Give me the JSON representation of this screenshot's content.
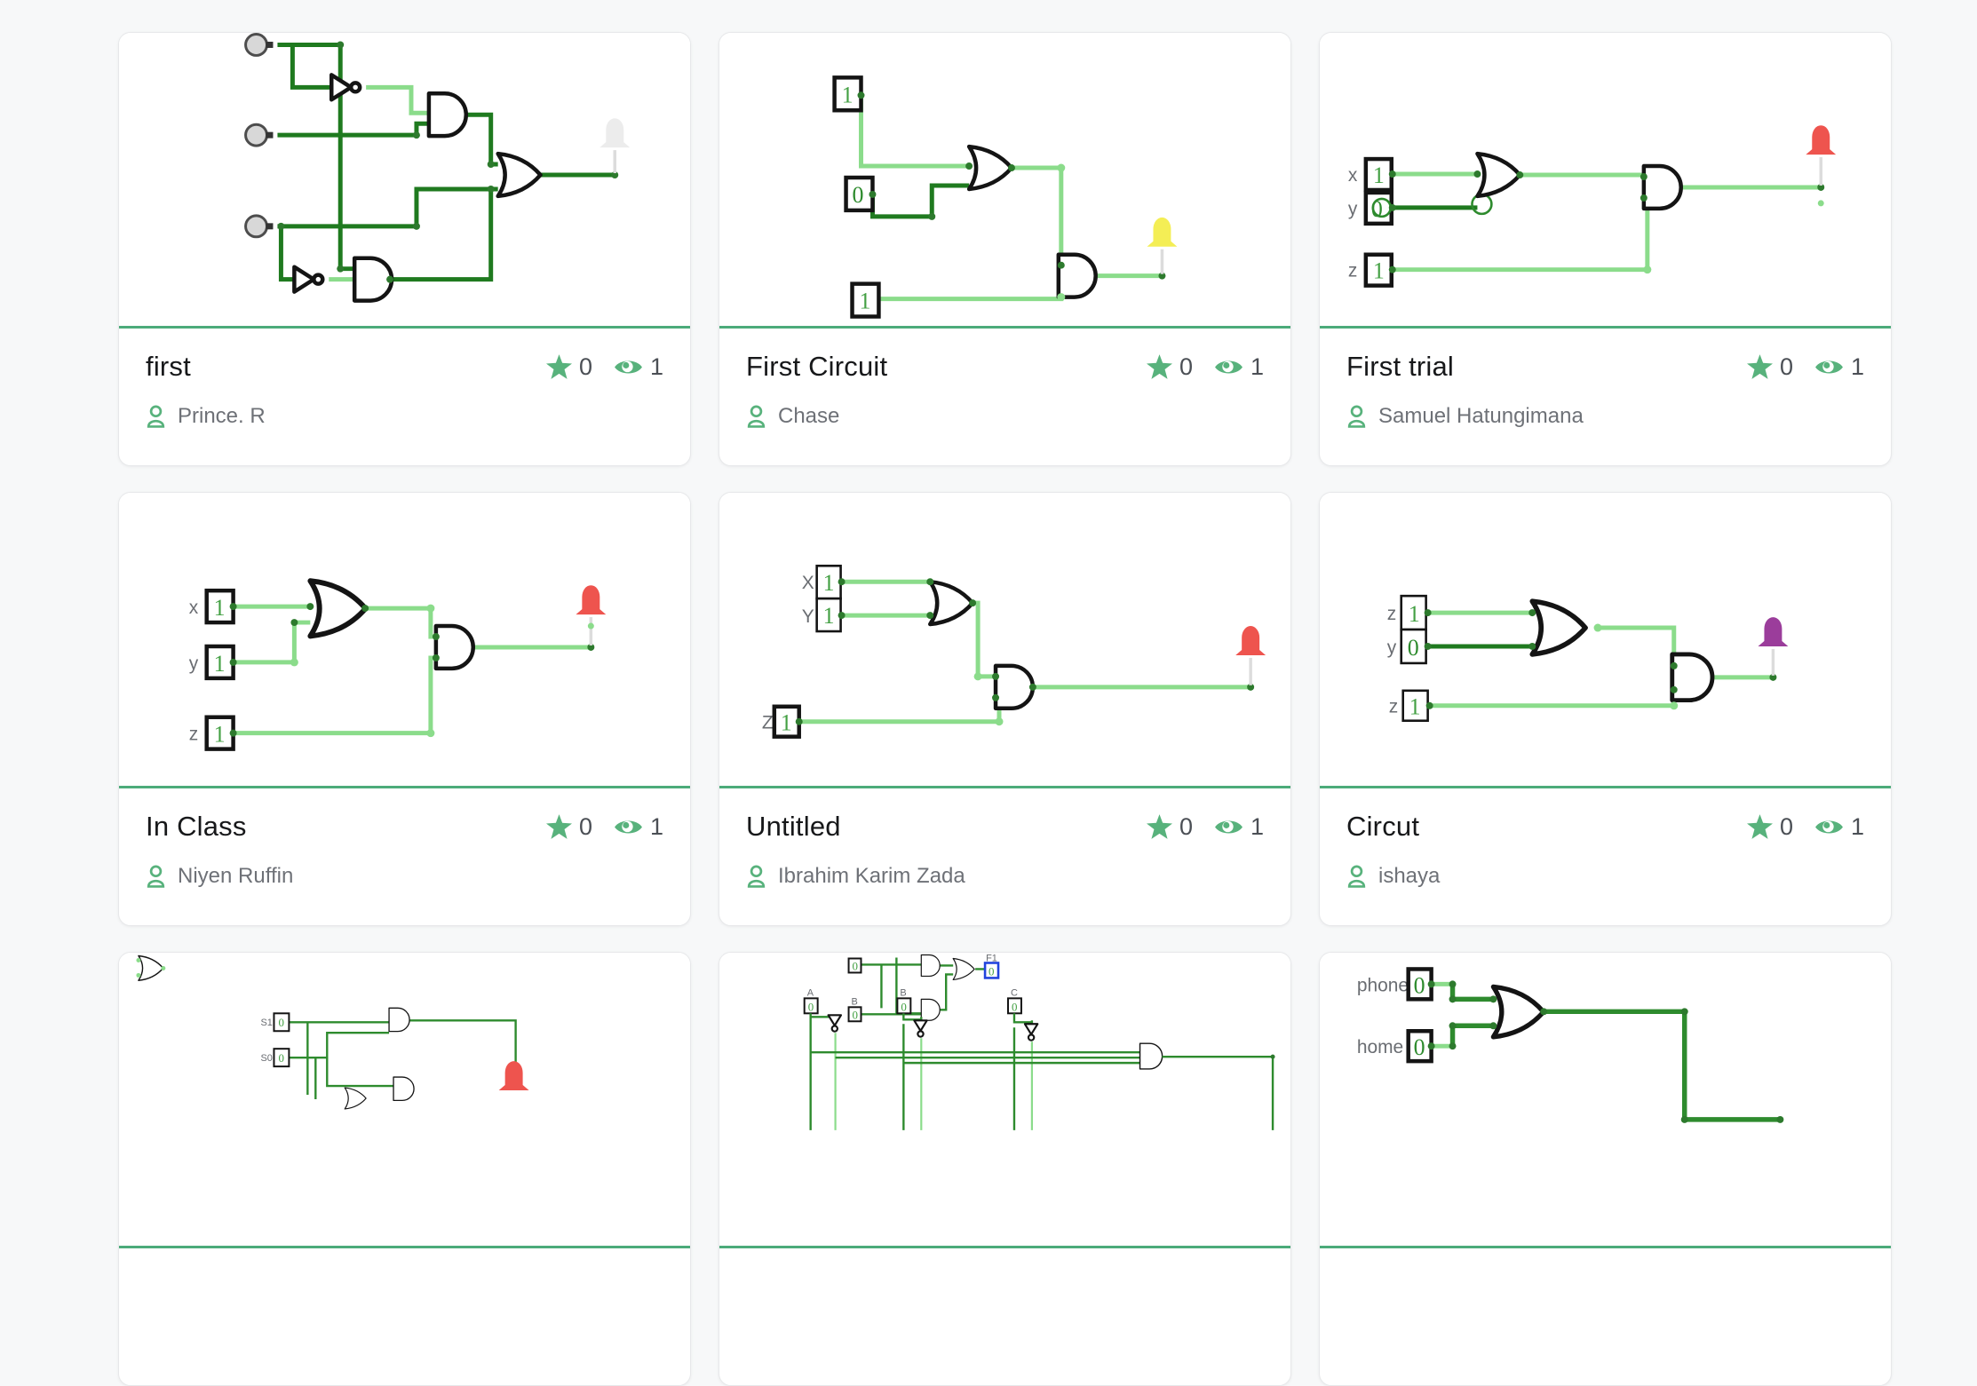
{
  "colors": {
    "accent": "#58b27c",
    "separator": "#4cab7a",
    "wire_on": "#8bdc8b",
    "wire_off": "#1f7a1f",
    "wire_mid": "#2e8b2e",
    "node": "#2d7a2d",
    "digit_on": "#44a044",
    "led_red": "#ee544e",
    "led_yellow": "#f4ee55",
    "led_purple": "#9b3d9b",
    "led_off": "#ececec",
    "outbox_blue": "#2244dd"
  },
  "cards": [
    {
      "title": "first",
      "stars": "0",
      "views": "1",
      "author": "Prince. R"
    },
    {
      "title": "First Circuit",
      "stars": "0",
      "views": "1",
      "author": "Chase"
    },
    {
      "title": "First trial",
      "stars": "0",
      "views": "1",
      "author": "Samuel Hatungimana"
    },
    {
      "title": "In Class",
      "stars": "0",
      "views": "1",
      "author": "Niyen Ruffin"
    },
    {
      "title": "Untitled",
      "stars": "0",
      "views": "1",
      "author": "Ibrahim Karim Zada"
    },
    {
      "title": "Circut",
      "stars": "0",
      "views": "1",
      "author": "ishaya"
    }
  ],
  "circuits": {
    "first_circuit": {
      "in1": "1",
      "in2": "0",
      "in3": "1"
    },
    "first_trial": {
      "l1": "x",
      "l2": "y",
      "l3": "z",
      "v1": "1",
      "v2": "0",
      "v3": "1"
    },
    "in_class": {
      "l1": "x",
      "l2": "y",
      "l3": "z",
      "v1": "1",
      "v2": "1",
      "v3": "1"
    },
    "untitled": {
      "l1": "X",
      "l2": "Y",
      "l3": "Z",
      "v1": "1",
      "v2": "1",
      "v3": "1"
    },
    "circut": {
      "l1": "z",
      "l2": "y",
      "l3": "z",
      "v1": "1",
      "v2": "0",
      "v3": "1"
    },
    "partial_left": {
      "l1": "S1",
      "l2": "S0",
      "v1": "0",
      "v2": "0"
    },
    "partial_middle": {
      "top_in": "0",
      "top_l2": "B",
      "top_v2": "0",
      "out_label": "F1",
      "out_value": "0",
      "l1": "A",
      "l2": "B",
      "l3": "C",
      "v1": "0",
      "v2": "0",
      "v3": "0"
    },
    "partial_right": {
      "l1": "phone",
      "l2": "home",
      "v1": "0",
      "v2": "0"
    }
  }
}
